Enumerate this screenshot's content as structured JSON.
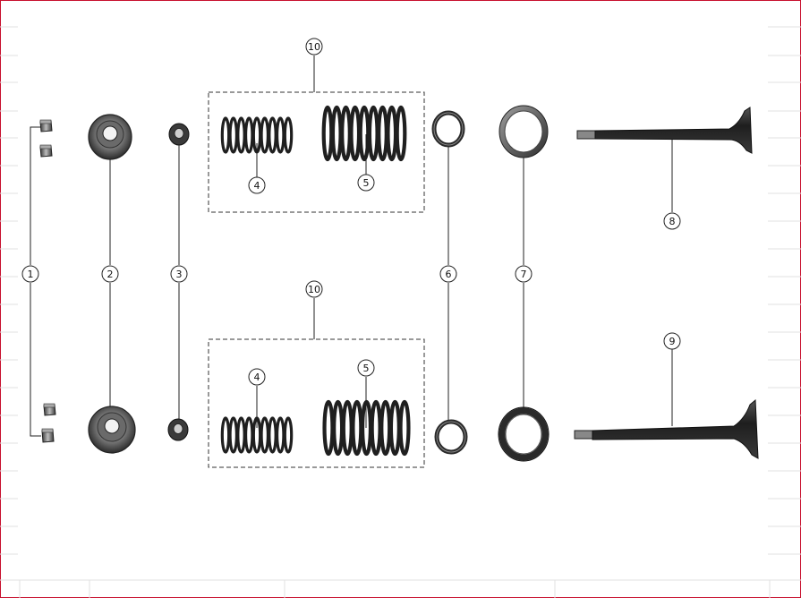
{
  "diagram": {
    "callouts": {
      "c1": "1",
      "c2": "2",
      "c3": "3",
      "c4a": "4",
      "c5a": "5",
      "c4b": "4",
      "c5b": "5",
      "c6": "6",
      "c7": "7",
      "c8": "8",
      "c9": "9",
      "c10a": "10",
      "c10b": "10"
    }
  },
  "colors": {
    "border": "#c8102e",
    "part_dark": "#2a2a2a",
    "part_mid": "#6a6a6a",
    "line": "#222222"
  }
}
